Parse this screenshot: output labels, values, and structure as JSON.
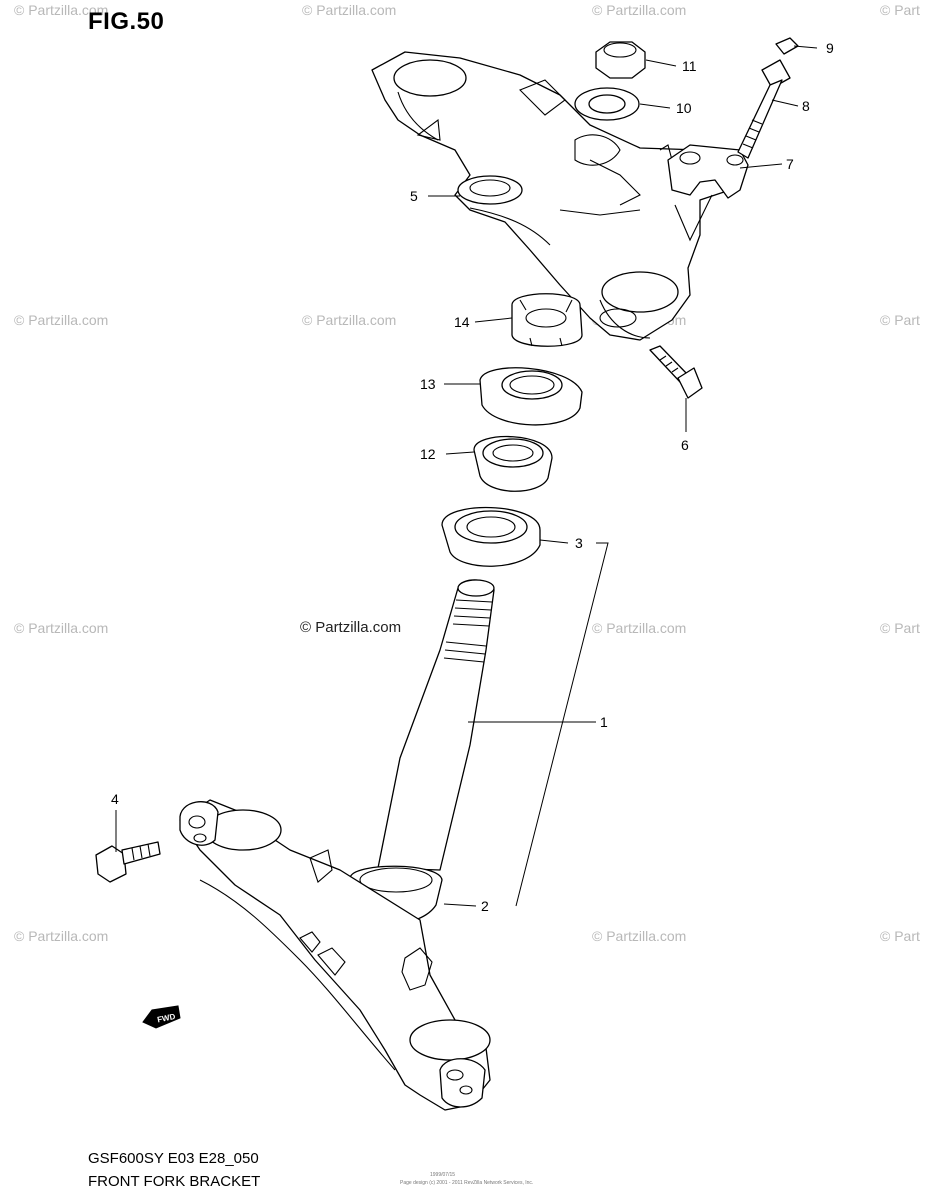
{
  "figure": {
    "title": "FIG.50",
    "model_code": "GSF600SY E03 E28_050",
    "section_name": "FRONT FORK BRACKET",
    "center_watermark": "© Partzilla.com",
    "footer_small_1": "1999/07/15",
    "footer_small_2": "Page design (c) 2001 - 2011 RevZilla Network Services, Inc."
  },
  "watermarks": {
    "left": "© Partzilla.com",
    "right": "© Part"
  },
  "callouts": [
    "1",
    "2",
    "3",
    "4",
    "5",
    "6",
    "7",
    "8",
    "9",
    "10",
    "11",
    "12",
    "13",
    "14"
  ],
  "fwd_label": "FWD"
}
